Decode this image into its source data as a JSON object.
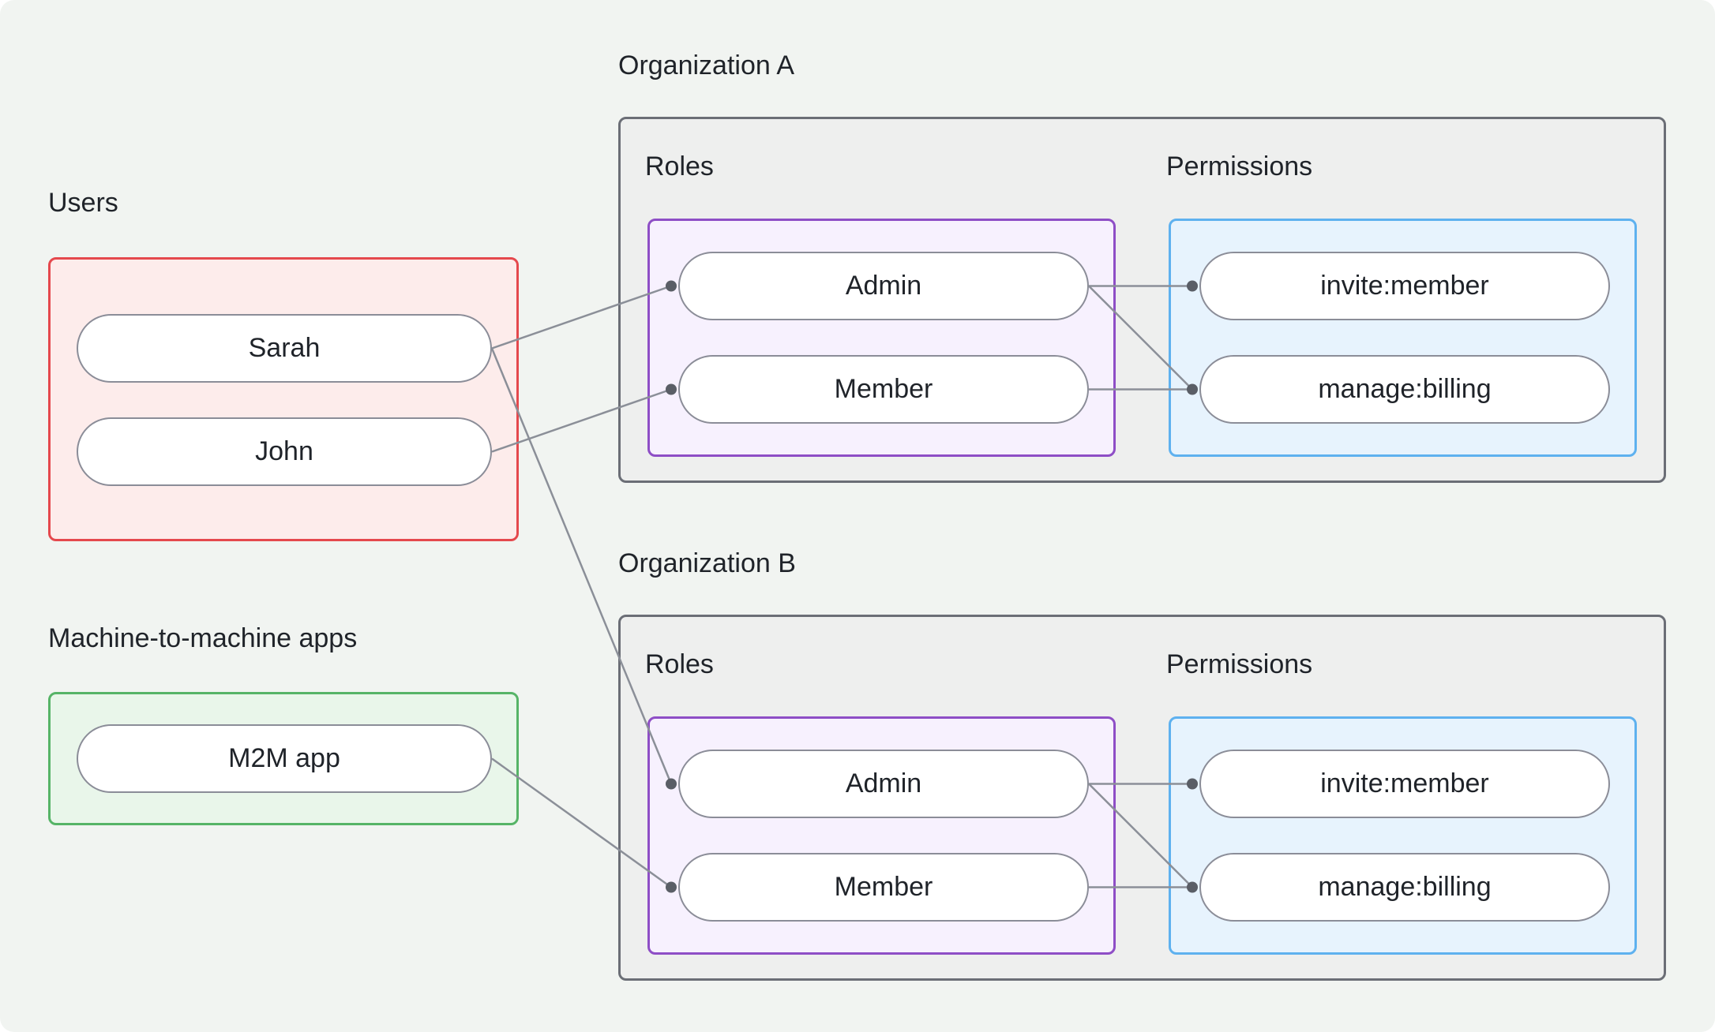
{
  "users_section": {
    "label": "Users",
    "items": [
      {
        "id": "user-sarah",
        "label": "Sarah"
      },
      {
        "id": "user-john",
        "label": "John"
      }
    ]
  },
  "m2m_section": {
    "label": "Machine-to-machine apps",
    "items": [
      {
        "id": "app-m2m",
        "label": "M2M app"
      }
    ]
  },
  "organizations": [
    {
      "id": "org-a",
      "label": "Organization A",
      "roles_label": "Roles",
      "permissions_label": "Permissions",
      "roles": [
        {
          "id": "orgA-role-admin",
          "label": "Admin"
        },
        {
          "id": "orgA-role-member",
          "label": "Member"
        }
      ],
      "permissions": [
        {
          "id": "orgA-perm-invite",
          "label": "invite:member"
        },
        {
          "id": "orgA-perm-billing",
          "label": "manage:billing"
        }
      ]
    },
    {
      "id": "org-b",
      "label": "Organization B",
      "roles_label": "Roles",
      "permissions_label": "Permissions",
      "roles": [
        {
          "id": "orgB-role-admin",
          "label": "Admin"
        },
        {
          "id": "orgB-role-member",
          "label": "Member"
        }
      ],
      "permissions": [
        {
          "id": "orgB-perm-invite",
          "label": "invite:member"
        },
        {
          "id": "orgB-perm-billing",
          "label": "manage:billing"
        }
      ]
    }
  ],
  "connections": [
    {
      "from": "user-sarah",
      "to": "orgA-role-admin"
    },
    {
      "from": "user-john",
      "to": "orgA-role-member"
    },
    {
      "from": "user-sarah",
      "to": "orgB-role-admin"
    },
    {
      "from": "app-m2m",
      "to": "orgB-role-member"
    },
    {
      "from": "orgA-role-admin",
      "to": "orgA-perm-invite"
    },
    {
      "from": "orgA-role-admin",
      "to": "orgA-perm-billing"
    },
    {
      "from": "orgA-role-member",
      "to": "orgA-perm-billing"
    },
    {
      "from": "orgB-role-admin",
      "to": "orgB-perm-invite"
    },
    {
      "from": "orgB-role-admin",
      "to": "orgB-perm-billing"
    },
    {
      "from": "orgB-role-member",
      "to": "orgB-perm-billing"
    }
  ],
  "colors": {
    "bg": "#f1f4f1",
    "text": "#1f2329",
    "users_border": "#e5484d",
    "users_fill": "#fdeceb",
    "m2m_border": "#56b467",
    "m2m_fill": "#e9f6ea",
    "org_border": "#6b6e76",
    "org_fill": "#eeefee",
    "roles_border": "#8e4ec6",
    "roles_fill": "#f7f1fe",
    "perms_border": "#5eb1ef",
    "perms_fill": "#e7f3fd",
    "pill_border": "#8b8d98",
    "pill_fill": "#ffffff",
    "line": "#8b8f98",
    "dot": "#5a5e66"
  }
}
